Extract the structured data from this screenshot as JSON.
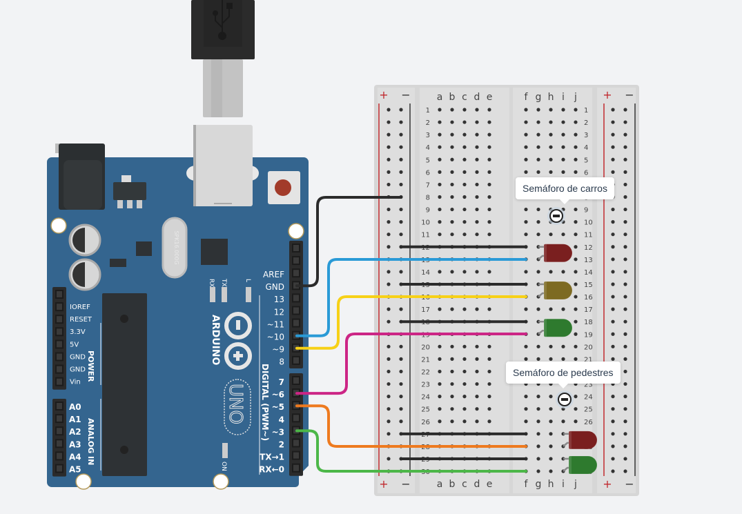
{
  "canvas": {
    "background": "#f2f3f5"
  },
  "usb_cable": {
    "icon": "usb-icon"
  },
  "arduino": {
    "brand": "ARDUINO",
    "model": "UNO",
    "crystal_label": "SPK16.000G",
    "board_color": "#34658f",
    "led_labels": [
      "RX",
      "TX",
      "L"
    ],
    "on_label": "ON",
    "digital_section_label": "DIGITAL (PWM~)",
    "power_section_label": "POWER",
    "analog_section_label": "ANALOG IN",
    "digital_pins_top": [
      "AREF",
      "GND",
      "13",
      "12",
      "~11",
      "~10",
      "~9",
      "8"
    ],
    "digital_pins_bottom": [
      "7",
      "~6",
      "~5",
      "4",
      "~3",
      "2",
      "TX→1",
      "RX←0"
    ],
    "power_pins": [
      "IOREF",
      "RESET",
      "3.3V",
      "5V",
      "GND",
      "GND",
      "Vin"
    ],
    "analog_pins": [
      "A0",
      "A1",
      "A2",
      "A3",
      "A4",
      "A5"
    ]
  },
  "breadboard": {
    "rail_plus": "+",
    "rail_minus": "−",
    "columns_left": [
      "a",
      "b",
      "c",
      "d",
      "e"
    ],
    "columns_right": [
      "f",
      "g",
      "h",
      "i",
      "j"
    ],
    "rows": 30
  },
  "wires": [
    {
      "name": "wire-gnd",
      "color": "#2b2b2b",
      "from": "GND",
      "to": "rail-minus row 8"
    },
    {
      "name": "wire-pin10",
      "color": "#2a9ad6",
      "from": "~10",
      "to": "f13"
    },
    {
      "name": "wire-pin9",
      "color": "#f7d117",
      "from": "~9",
      "to": "f16"
    },
    {
      "name": "wire-pin6",
      "color": "#cc2585",
      "from": "~6",
      "to": "f19"
    },
    {
      "name": "wire-pin5",
      "color": "#ee7a1f",
      "from": "~5",
      "to": "f28"
    },
    {
      "name": "wire-pin3",
      "color": "#4cb748",
      "from": "~3",
      "to": "f30"
    },
    {
      "name": "wire-gnd-row12",
      "color": "#2b2b2b",
      "from": "rail-minus",
      "to": "f12"
    },
    {
      "name": "wire-gnd-row15",
      "color": "#2b2b2b",
      "from": "rail-minus",
      "to": "f15"
    },
    {
      "name": "wire-gnd-row18",
      "color": "#2b2b2b",
      "from": "rail-minus",
      "to": "f18"
    },
    {
      "name": "wire-gnd-row27",
      "color": "#2b2b2b",
      "from": "rail-minus",
      "to": "f27"
    },
    {
      "name": "wire-gnd-row29",
      "color": "#2b2b2b",
      "from": "rail-minus",
      "to": "f29"
    }
  ],
  "leds": [
    {
      "name": "led-car-red",
      "color": "#7a1f1f",
      "rows": [
        12,
        13
      ]
    },
    {
      "name": "led-car-yellow",
      "color": "#7d6a22",
      "rows": [
        15,
        16
      ]
    },
    {
      "name": "led-car-green",
      "color": "#2e7a2e",
      "rows": [
        18,
        19
      ]
    },
    {
      "name": "led-ped-red",
      "color": "#7a1f1f",
      "rows": [
        27,
        28
      ]
    },
    {
      "name": "led-ped-green",
      "color": "#2e7a2e",
      "rows": [
        29,
        30
      ]
    }
  ],
  "annotations": [
    {
      "name": "note-car-traffic-light",
      "text": "Semáforo de carros"
    },
    {
      "name": "note-pedestrian-traffic-light",
      "text": "Semáforo de pedestres"
    }
  ]
}
